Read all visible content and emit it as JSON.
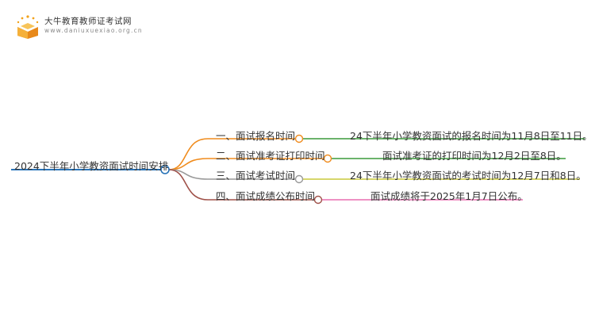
{
  "logo": {
    "name": "大牛教育教师证考试网",
    "url": "www.daniuxuexiao.org.cn"
  },
  "mindmap": {
    "root": {
      "label": "2024下半年小学教资面试时间安排",
      "color": "#2a74b8"
    },
    "branches": [
      {
        "label": "一、面试报名时间",
        "color": "#f08c1e",
        "leaf": "24下半年小学教资面试的报名时间为11月8日至11日。",
        "leaf_color": "#3a9a3a"
      },
      {
        "label": "二、面试准考证打印时间",
        "color": "#f08c1e",
        "leaf": "面试准考证的打印时间为12月2日至8日。",
        "leaf_color": "#3a9a3a"
      },
      {
        "label": "三、面试考试时间",
        "color": "#999999",
        "leaf": "24下半年小学教资面试的考试时间为12月7日和8日。",
        "leaf_color": "#c8c83a"
      },
      {
        "label": "四、面试成绩公布时间",
        "color": "#a0524a",
        "leaf": "面试成绩将于2025年1月7日公布。",
        "leaf_color": "#e86fb0"
      }
    ]
  }
}
